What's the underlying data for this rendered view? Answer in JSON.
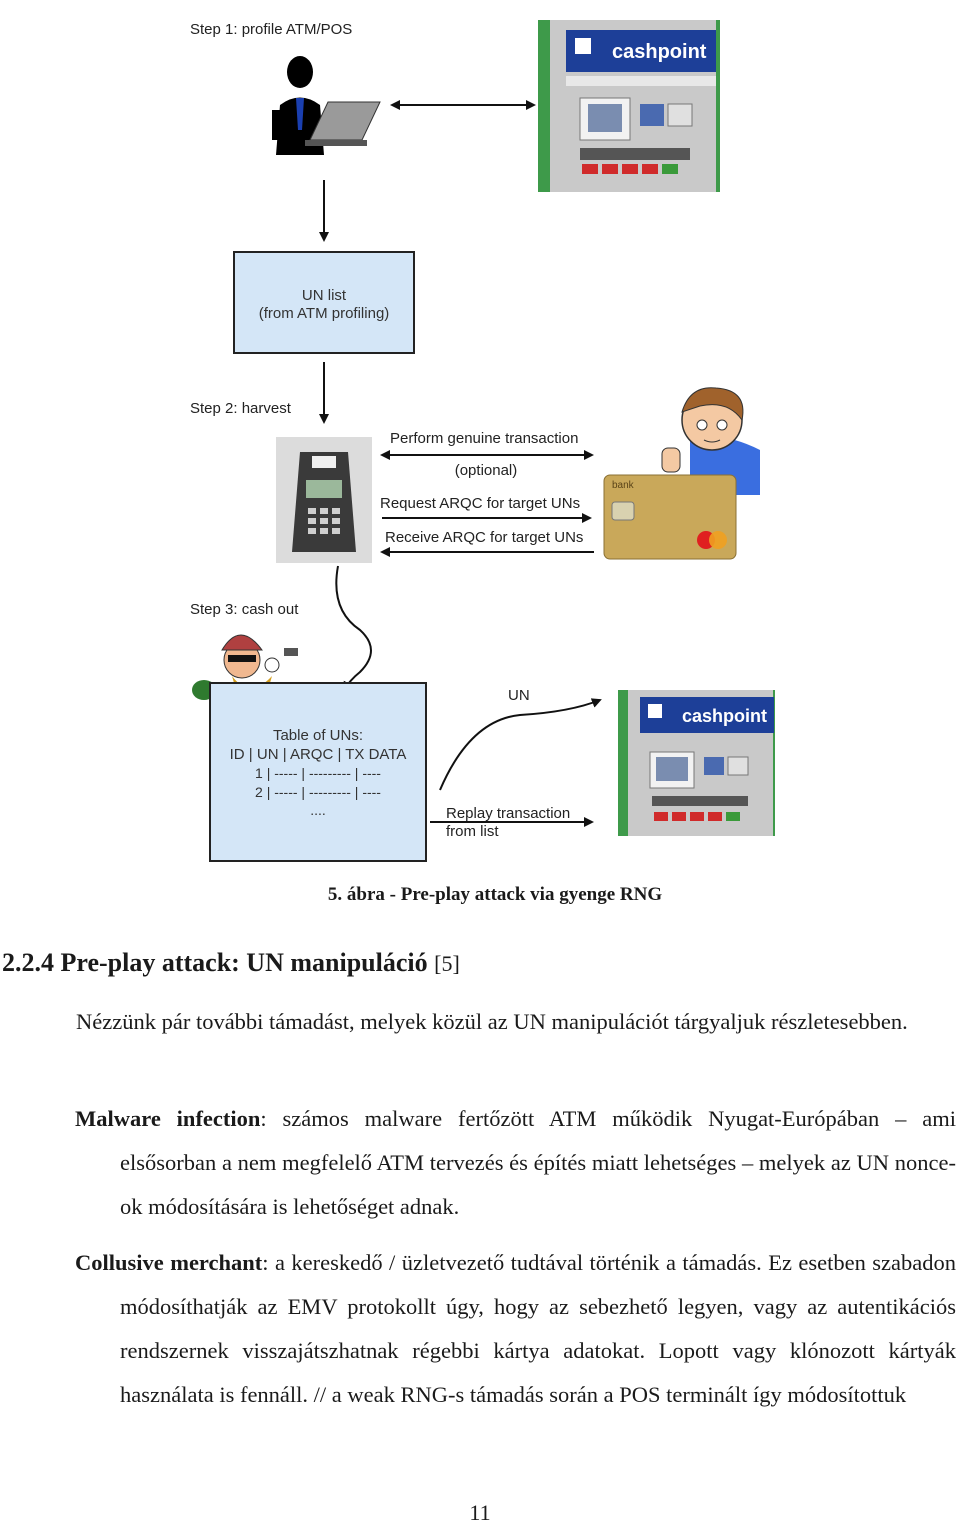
{
  "figure": {
    "step1_label": "Step 1: profile ATM/POS",
    "un_list_line1": "UN list",
    "un_list_line2": "(from ATM profiling)",
    "step2_label": "Step 2: harvest",
    "arrow_perform_line1": "Perform genuine transaction",
    "arrow_perform_line2": "(optional)",
    "arrow_request": "Request ARQC for target UNs",
    "arrow_receive": "Receive ARQC for target UNs",
    "step3_label": "Step 3: cash out",
    "table_title": "Table of UNs:",
    "table_header": "ID | UN | ARQC | TX DATA",
    "table_row1": "1 | ----- | --------- | ----",
    "table_row2": "2 | ----- | --------- | ----",
    "table_ellipsis": "....",
    "un_label": "UN",
    "replay_line1": "Replay transaction",
    "replay_line2": "from list",
    "atm_brand": "cashpoint",
    "card_brand": "bank"
  },
  "caption": "5. ábra - Pre-play attack via gyenge RNG",
  "heading": {
    "text": "2.2.4 Pre-play attack: UN manipuláció",
    "ref": "[5]"
  },
  "intro": "Nézzünk pár további támadást, melyek közül az UN manipulációt tárgyaljuk részletesebben.",
  "bullets": [
    {
      "term": "Malware infection",
      "text": ": számos malware fertőzött ATM működik Nyugat-Európában – ami elsősorban a nem megfelelő ATM tervezés és építés miatt lehetséges – melyek az UN nonce-ok módosítására is lehetőséget adnak."
    },
    {
      "term": "Collusive merchant",
      "text": ": a kereskedő / üzletvezető tudtával történik a támadás. Ez esetben szabadon módosíthatják az EMV protokollt úgy, hogy az sebezhető legyen, vagy az autentikációs rendszernek visszajátszhatnak régebbi kártya adatokat. Lopott vagy klónozott kártyák használata is fennáll. // a weak RNG-s támadás során a POS terminált így módosítottuk"
    }
  ],
  "page_number": "11"
}
